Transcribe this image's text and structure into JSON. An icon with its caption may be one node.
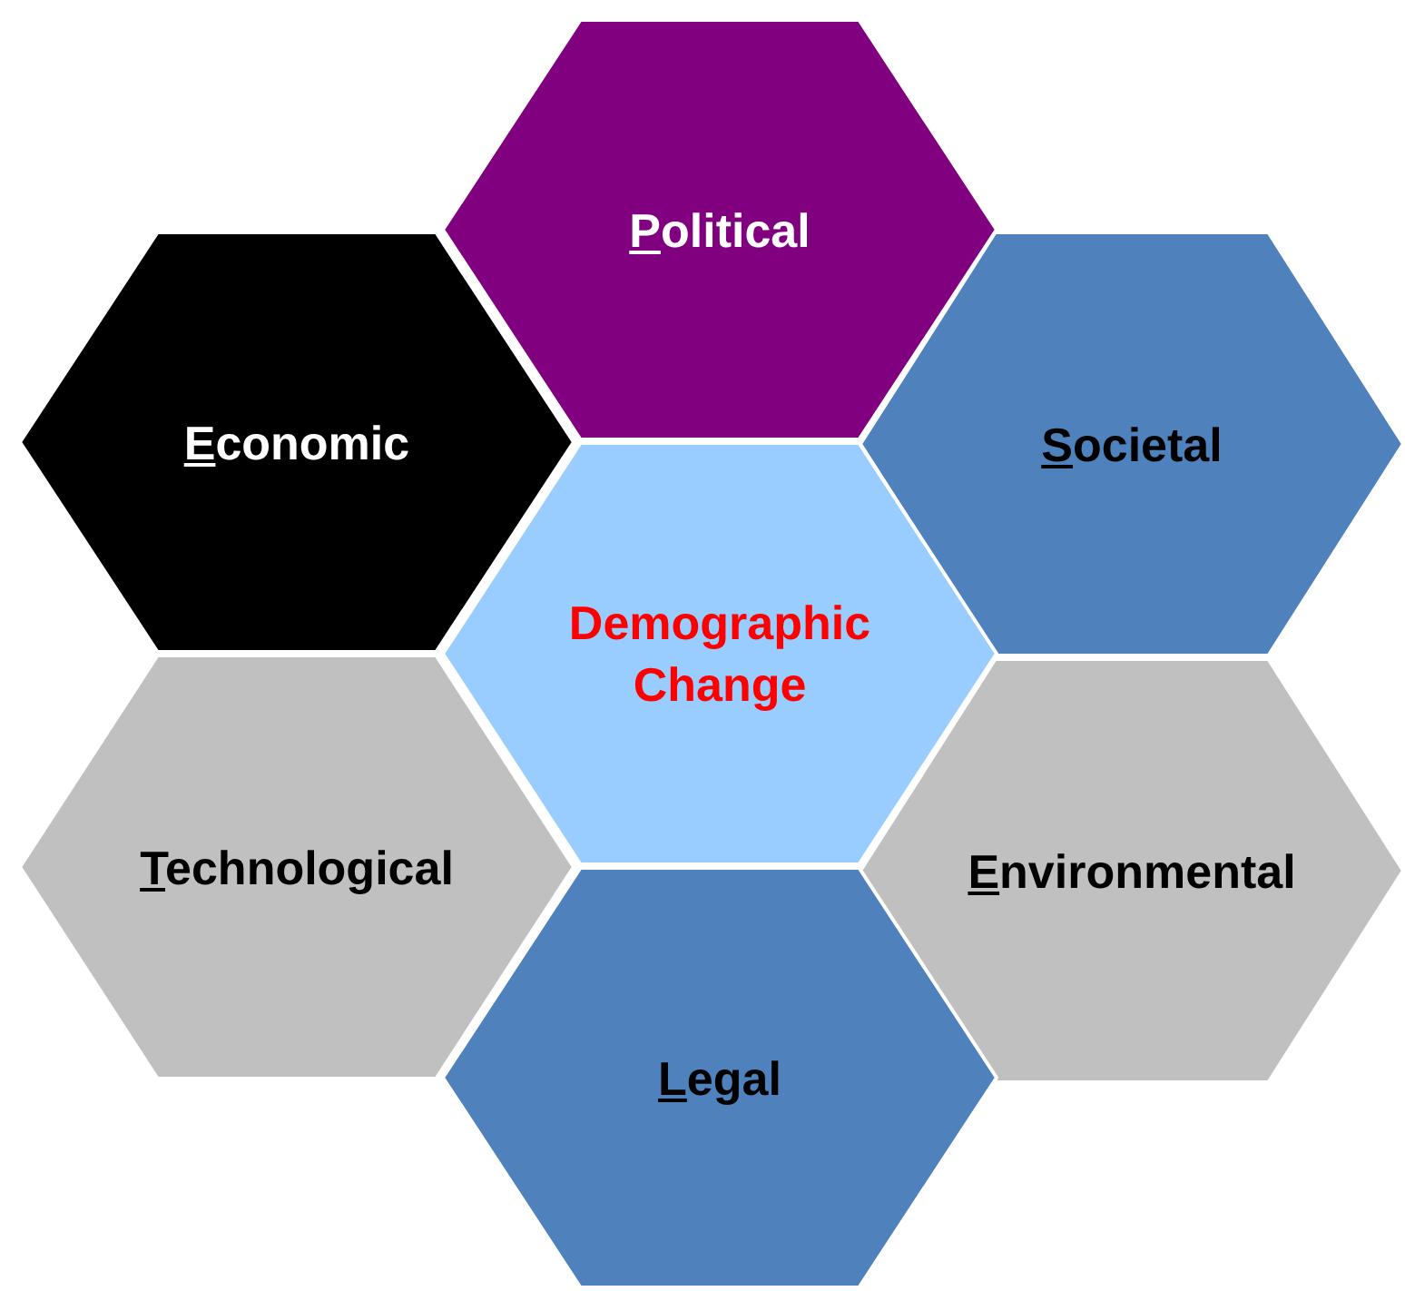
{
  "diagram": {
    "nodes": [
      {
        "text": [
          "Political"
        ]
      },
      {
        "text": [
          "Economic"
        ]
      },
      {
        "text": [
          "Societal"
        ]
      },
      {
        "text": [
          "Demographic Change"
        ]
      },
      {
        "text": [
          "Technological"
        ]
      },
      {
        "text": [
          "Environmental"
        ]
      },
      {
        "text": [
          "Legal"
        ]
      }
    ]
  }
}
